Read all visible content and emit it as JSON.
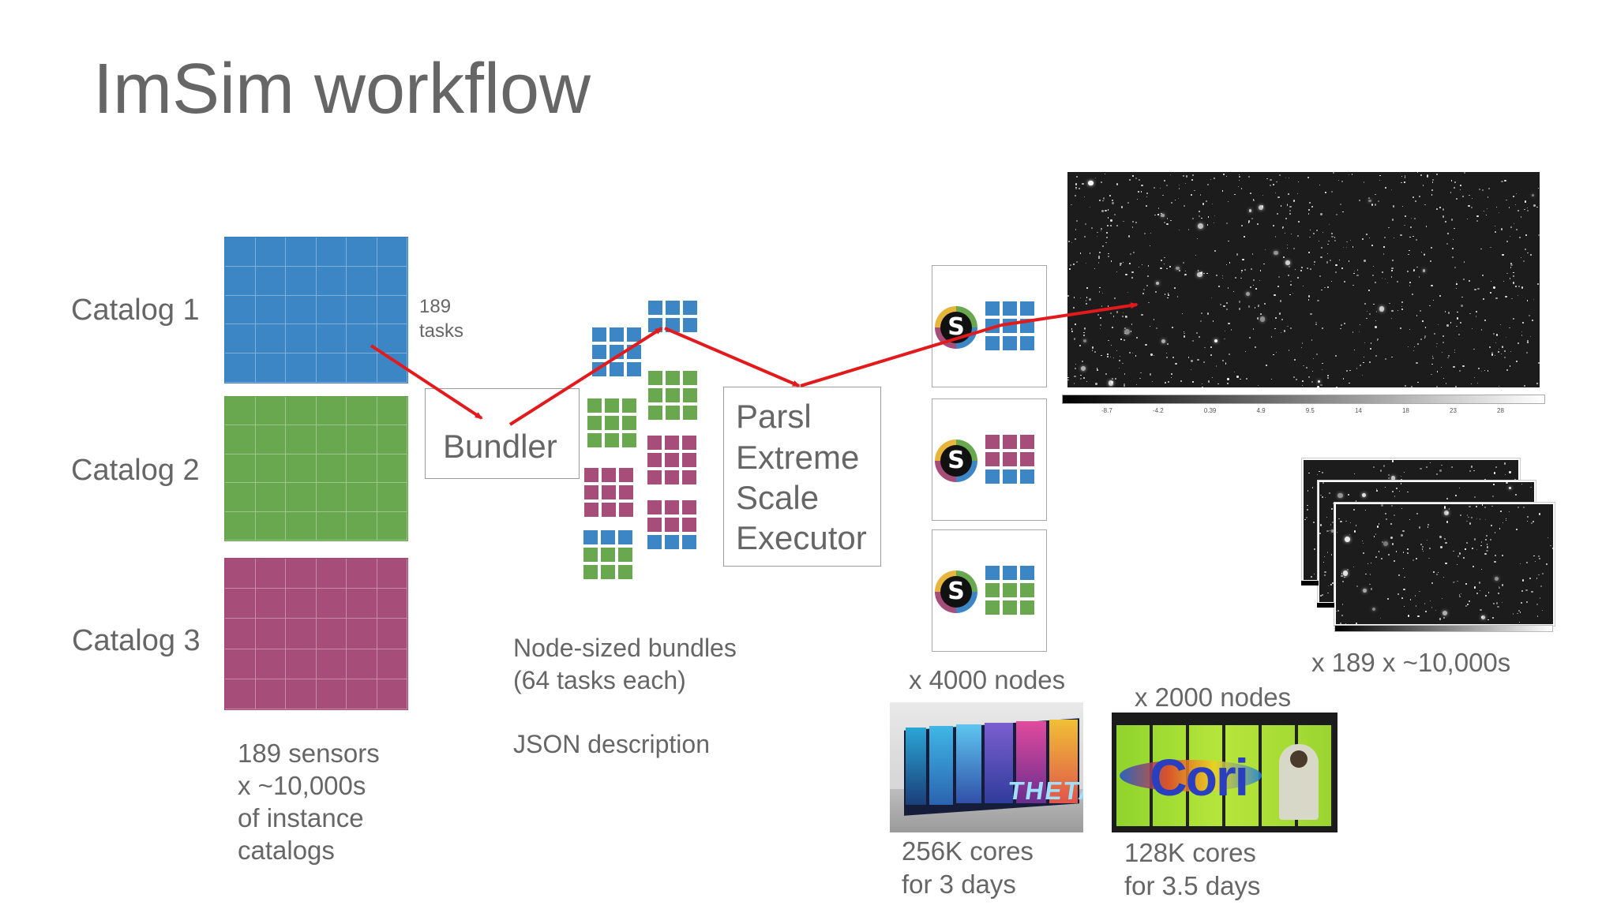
{
  "title": "ImSim workflow",
  "catalogs": [
    {
      "label": "Catalog 1",
      "color": "#3d86c6"
    },
    {
      "label": "Catalog 2",
      "color": "#6aa84f"
    },
    {
      "label": "Catalog 3",
      "color": "#a64d79"
    }
  ],
  "tasks_label": [
    "189",
    "tasks"
  ],
  "bundler_label": "Bundler",
  "executor_label": [
    "Parsl",
    "Extreme",
    "Scale",
    "Executor"
  ],
  "bundles_caption": [
    "Node-sized bundles",
    "(64 tasks each)"
  ],
  "json_caption": "JSON description",
  "sensors_caption": [
    "189 sensors",
    "x ~10,000s",
    "of instance",
    "catalogs"
  ],
  "theta": {
    "nodes": "x 4000 nodes",
    "cores": [
      "256K cores",
      "for 3 days"
    ],
    "image_text": "THETA"
  },
  "cori": {
    "nodes": "x 2000 nodes",
    "cores": [
      "128K cores",
      "for 3.5 days"
    ],
    "image_text": "Cori"
  },
  "output_caption": "x 189 x ~10,000s",
  "colorbar_ticks": [
    "-8.7",
    "-4.2",
    "0.39",
    "4.9",
    "9.5",
    "14",
    "18",
    "23",
    "28"
  ],
  "node_logo_letter": "S",
  "arrow_color": "#e31a1c"
}
